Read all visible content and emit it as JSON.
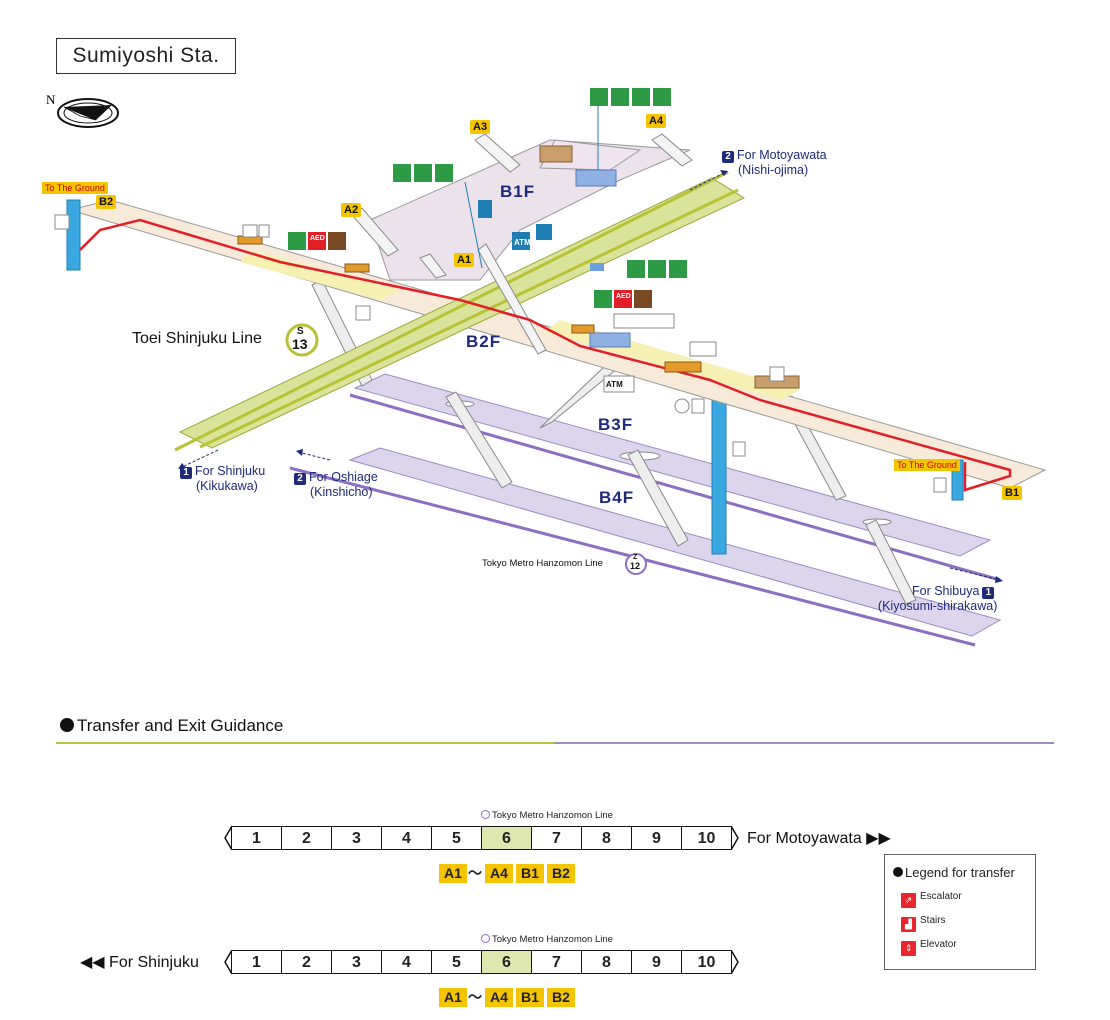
{
  "title": "Sumiyoshi Sta.",
  "compass": "N",
  "exits": {
    "a1": "A1",
    "a2": "A2",
    "a3": "A3",
    "a4": "A4",
    "b1": "B1",
    "b2": "B2",
    "to_ground": "To The Ground"
  },
  "floors": {
    "b1f": "B1F",
    "b2f": "B2F",
    "b3f": "B3F",
    "b4f": "B4F"
  },
  "lines": {
    "toei": {
      "name": "Toei Shinjuku Line",
      "code_letter": "S",
      "code_number": "13",
      "color": "#b7c236"
    },
    "hanzomon": {
      "name": "Tokyo Metro Hanzomon Line",
      "code_letter": "Z",
      "code_number": "12",
      "color": "#8c6fc0"
    }
  },
  "directions": {
    "motoyawata": {
      "num": "2",
      "main": "For Motoyawata",
      "sub": "(Nishi-ojima)"
    },
    "shinjuku": {
      "num": "1",
      "main": "For Shinjuku",
      "sub": "(Kikukawa)"
    },
    "oshiage": {
      "num": "2",
      "main": "For Oshiage",
      "sub": "(Kinshicho)"
    },
    "shibuya": {
      "num": "1",
      "main": "For Shibuya",
      "sub": "(Kiyosumi-shirakawa)"
    }
  },
  "facility_labels": {
    "aed": "AED",
    "atm": "ATM"
  },
  "guidance": {
    "heading": "Transfer and Exit Guidance",
    "rows": [
      {
        "cars": [
          "1",
          "2",
          "3",
          "4",
          "5",
          "6",
          "7",
          "8",
          "9",
          "10"
        ],
        "highlight_index": 5,
        "direction": "For Motoyawata ▶▶",
        "transfer_note": "Tokyo Metro Hanzomon Line",
        "exit_first": "A1",
        "exit_tilde": "～",
        "exit_last": "A4",
        "exit_b1": "B1",
        "exit_b2": "B2"
      },
      {
        "cars": [
          "1",
          "2",
          "3",
          "4",
          "5",
          "6",
          "7",
          "8",
          "9",
          "10"
        ],
        "highlight_index": 5,
        "direction": "◀◀ For Shinjuku",
        "transfer_note": "Tokyo Metro Hanzomon Line",
        "exit_first": "A1",
        "exit_tilde": "～",
        "exit_last": "A4",
        "exit_b1": "B1",
        "exit_b2": "B2"
      }
    ]
  },
  "legend": {
    "title": "Legend for transfer",
    "items": [
      {
        "label": "Escalator",
        "icon": "escalator-icon"
      },
      {
        "label": "Stairs",
        "icon": "stairs-icon"
      },
      {
        "label": "Elevator",
        "icon": "elevator-icon"
      }
    ]
  }
}
